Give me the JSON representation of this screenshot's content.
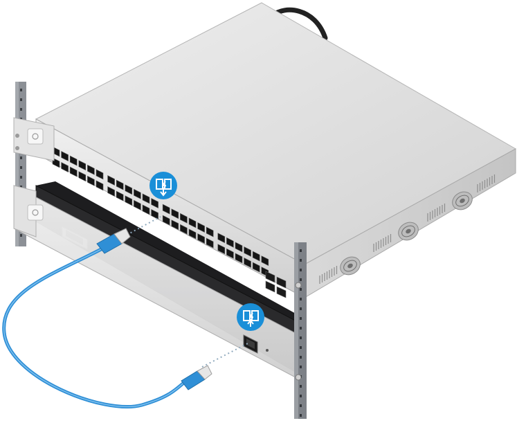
{
  "illustration": {
    "switch": {
      "port_rows": 2,
      "ports_per_row": 24
    },
    "appliance": {
      "port_count": 1
    },
    "badges": [
      {
        "icon": "network-port-plug-in-icon",
        "arrow": "down",
        "color": "#1a8fd8"
      },
      {
        "icon": "network-port-plug-in-icon",
        "arrow": "up",
        "color": "#1a8fd8"
      }
    ],
    "cable": {
      "color": "#2f8fd6"
    }
  }
}
